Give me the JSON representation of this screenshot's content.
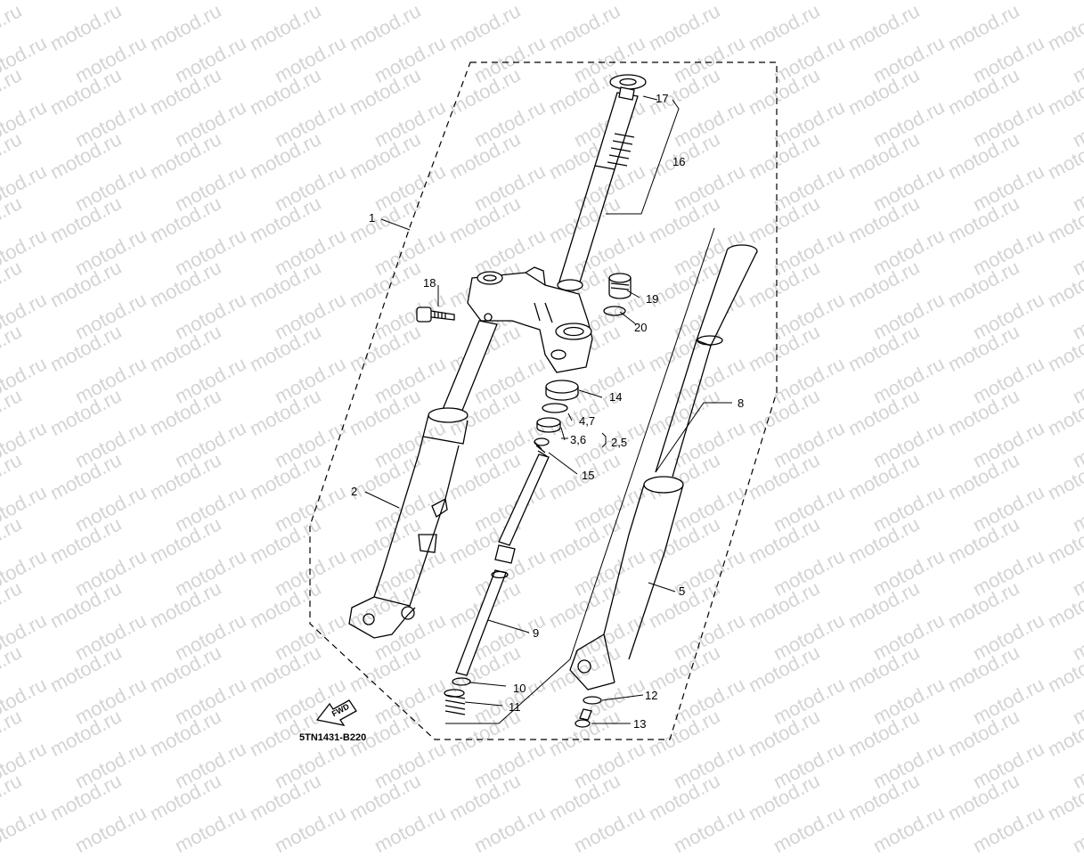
{
  "watermark": {
    "text": "motod.ru"
  },
  "diagram": {
    "code": "5TN1431-B220",
    "fwd_label": "FWD",
    "callouts": [
      {
        "id": "c1",
        "text": "1"
      },
      {
        "id": "c2",
        "text": "2"
      },
      {
        "id": "c5",
        "text": "5"
      },
      {
        "id": "c8",
        "text": "8"
      },
      {
        "id": "c9",
        "text": "9"
      },
      {
        "id": "c10",
        "text": "10"
      },
      {
        "id": "c11",
        "text": "11"
      },
      {
        "id": "c12",
        "text": "12"
      },
      {
        "id": "c13",
        "text": "13"
      },
      {
        "id": "c14",
        "text": "14"
      },
      {
        "id": "c47",
        "text": "4,7"
      },
      {
        "id": "c36",
        "text": "3,6"
      },
      {
        "id": "c25",
        "text": "2,5"
      },
      {
        "id": "c15",
        "text": "15"
      },
      {
        "id": "c16",
        "text": "16"
      },
      {
        "id": "c17",
        "text": "17"
      },
      {
        "id": "c18",
        "text": "18"
      },
      {
        "id": "c19",
        "text": "19"
      },
      {
        "id": "c20",
        "text": "20"
      }
    ]
  }
}
